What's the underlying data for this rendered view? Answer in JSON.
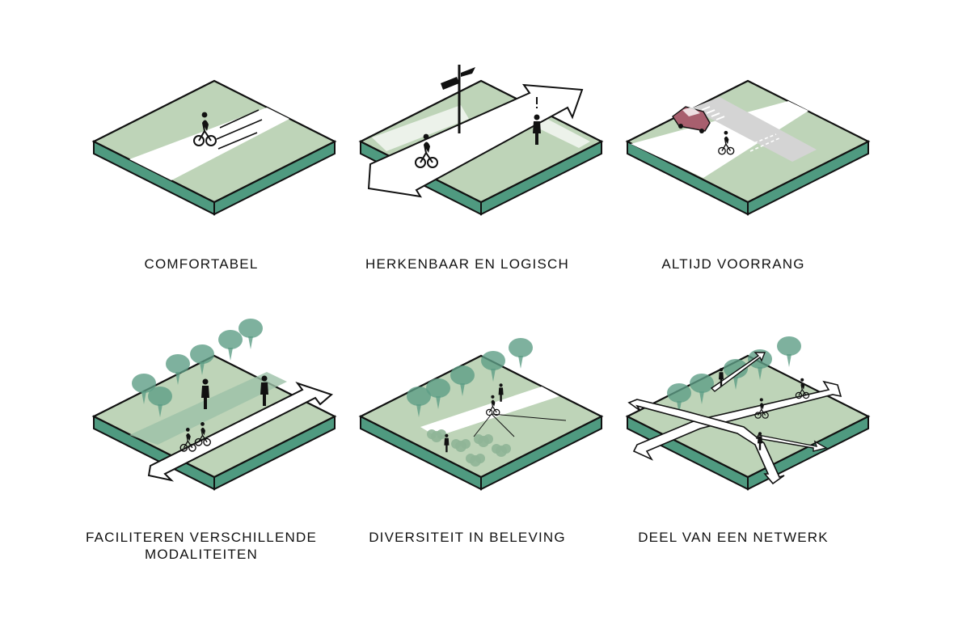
{
  "colors": {
    "platform_top": "#bed4b8",
    "platform_side": "#4f9a80",
    "outline": "#111111",
    "path_white": "#ffffff",
    "tree_fill": "#5e9e86",
    "car": "#a85f6e",
    "crossing_gray": "#d4d4d4"
  },
  "diagrams": [
    {
      "id": "comfortabel",
      "caption_lines": [
        "COMFORTABEL"
      ]
    },
    {
      "id": "herkenbaar",
      "caption_lines": [
        "HERKENBAAR EN LOGISCH"
      ]
    },
    {
      "id": "voorrang",
      "caption_lines": [
        "ALTIJD VOORRANG"
      ]
    },
    {
      "id": "modaliteiten",
      "caption_lines": [
        "FACILITEREN VERSCHILLENDE",
        "MODALITEITEN"
      ]
    },
    {
      "id": "beleving",
      "caption_lines": [
        "DIVERSITEIT IN BELEVING"
      ]
    },
    {
      "id": "netwerk",
      "caption_lines": [
        "DEEL VAN EEN NETWERK"
      ]
    }
  ]
}
